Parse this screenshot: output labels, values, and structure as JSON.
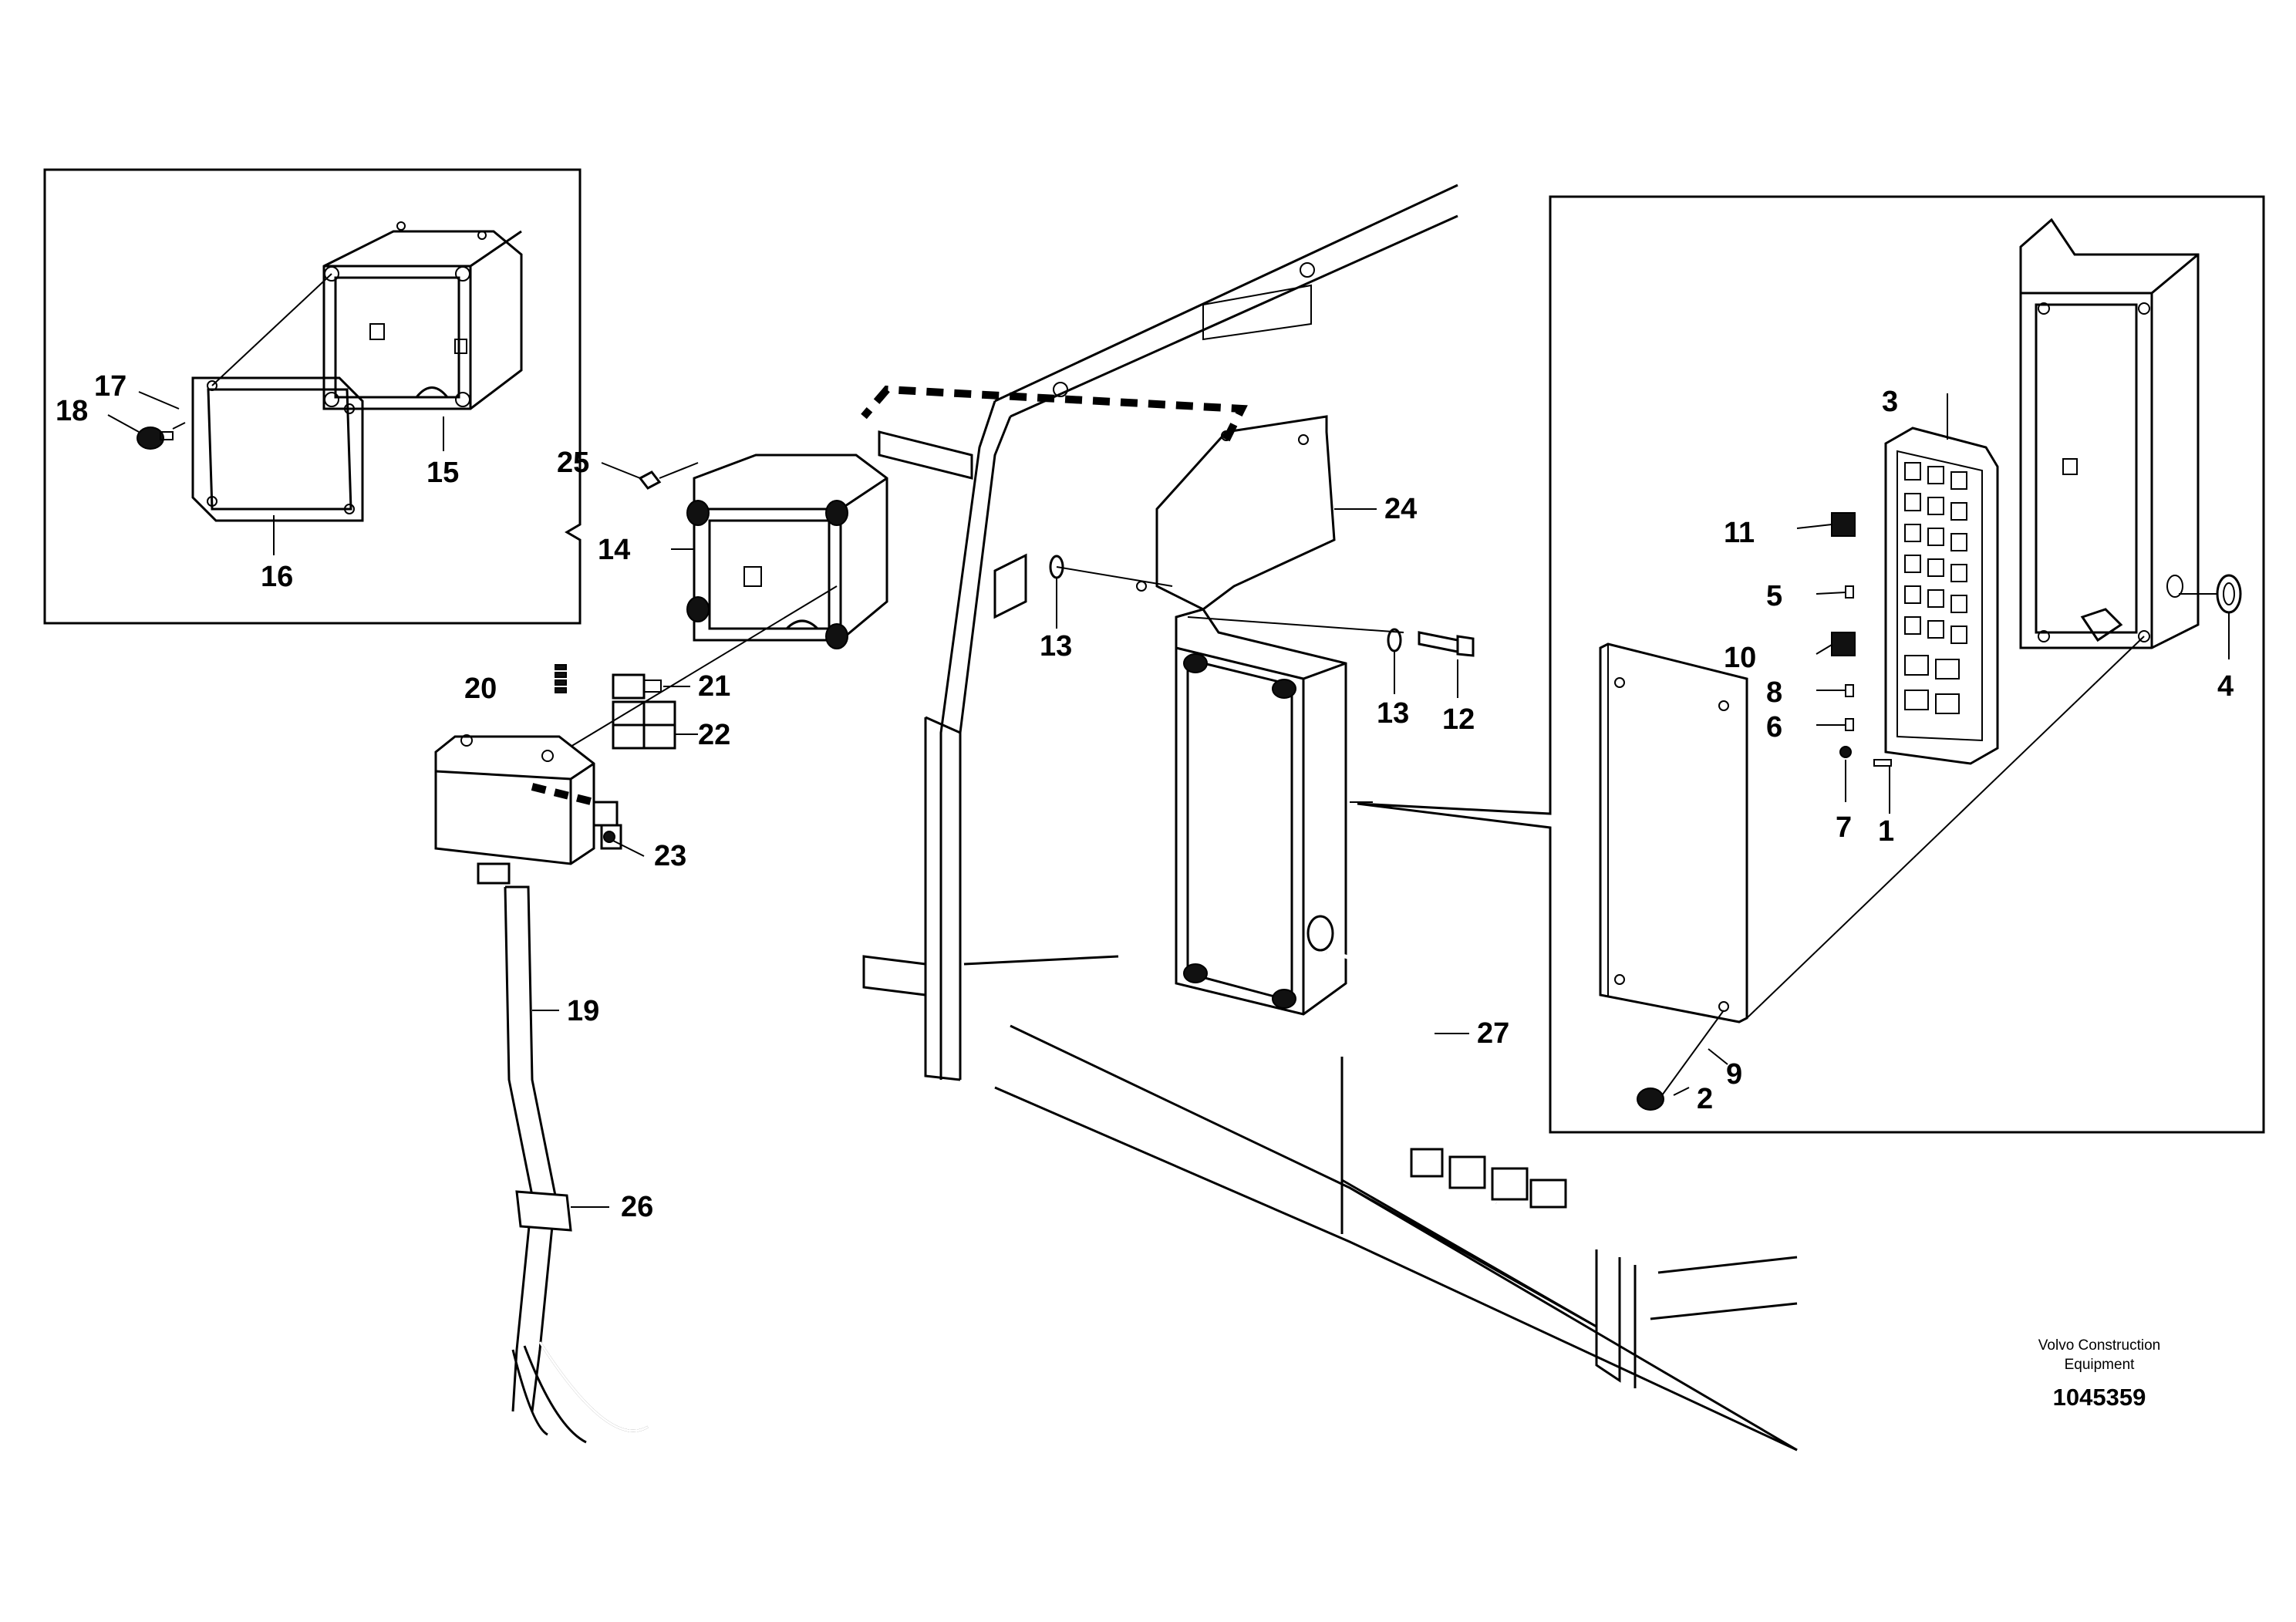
{
  "credit": {
    "line1": "Volvo Construction",
    "line2": "Equipment"
  },
  "document_number": "1045359",
  "callouts": {
    "c1": "1",
    "c2": "2",
    "c3": "3",
    "c4": "4",
    "c5": "5",
    "c6": "6",
    "c7": "7",
    "c8": "8",
    "c9": "9",
    "c10": "10",
    "c11": "11",
    "c12": "12",
    "c13a": "13",
    "c13b": "13",
    "c14": "14",
    "c15": "15",
    "c16": "16",
    "c17": "17",
    "c18": "18",
    "c19": "19",
    "c20": "20",
    "c21": "21",
    "c22": "22",
    "c23": "23",
    "c24": "24",
    "c25": "25",
    "c26": "26",
    "c27": "27"
  }
}
